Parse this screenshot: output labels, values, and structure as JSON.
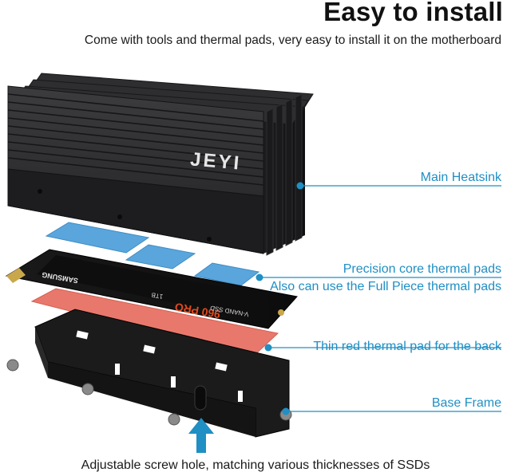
{
  "header": {
    "title": "Easy to install",
    "subtitle": "Come with tools and thermal pads, very easy to install it on the motherboard"
  },
  "product": {
    "heatsink_logo": "JEYI",
    "ssd_brand": "SAMSUNG",
    "ssd_model": "960 PRO",
    "ssd_capacity": "1TB",
    "ssd_type": "V-NAND SSD"
  },
  "callouts": {
    "main_heatsink": "Main Heatsink",
    "precision_pads": "Precision core thermal pads",
    "full_piece_pads": "Also can use the Full Piece thermal pads",
    "red_pad": "Thin red thermal pad for the back",
    "base_frame": "Base Frame"
  },
  "footer": {
    "screw_hole_note": "Adjustable screw hole, matching various thicknesses of SSDs"
  },
  "colors": {
    "accent_blue": "#1f8fc4",
    "heatsink": "#2b2b2d",
    "thermal_pad_blue": "#5aa6dc",
    "thermal_pad_red": "#e9786c",
    "frame": "#222222"
  }
}
